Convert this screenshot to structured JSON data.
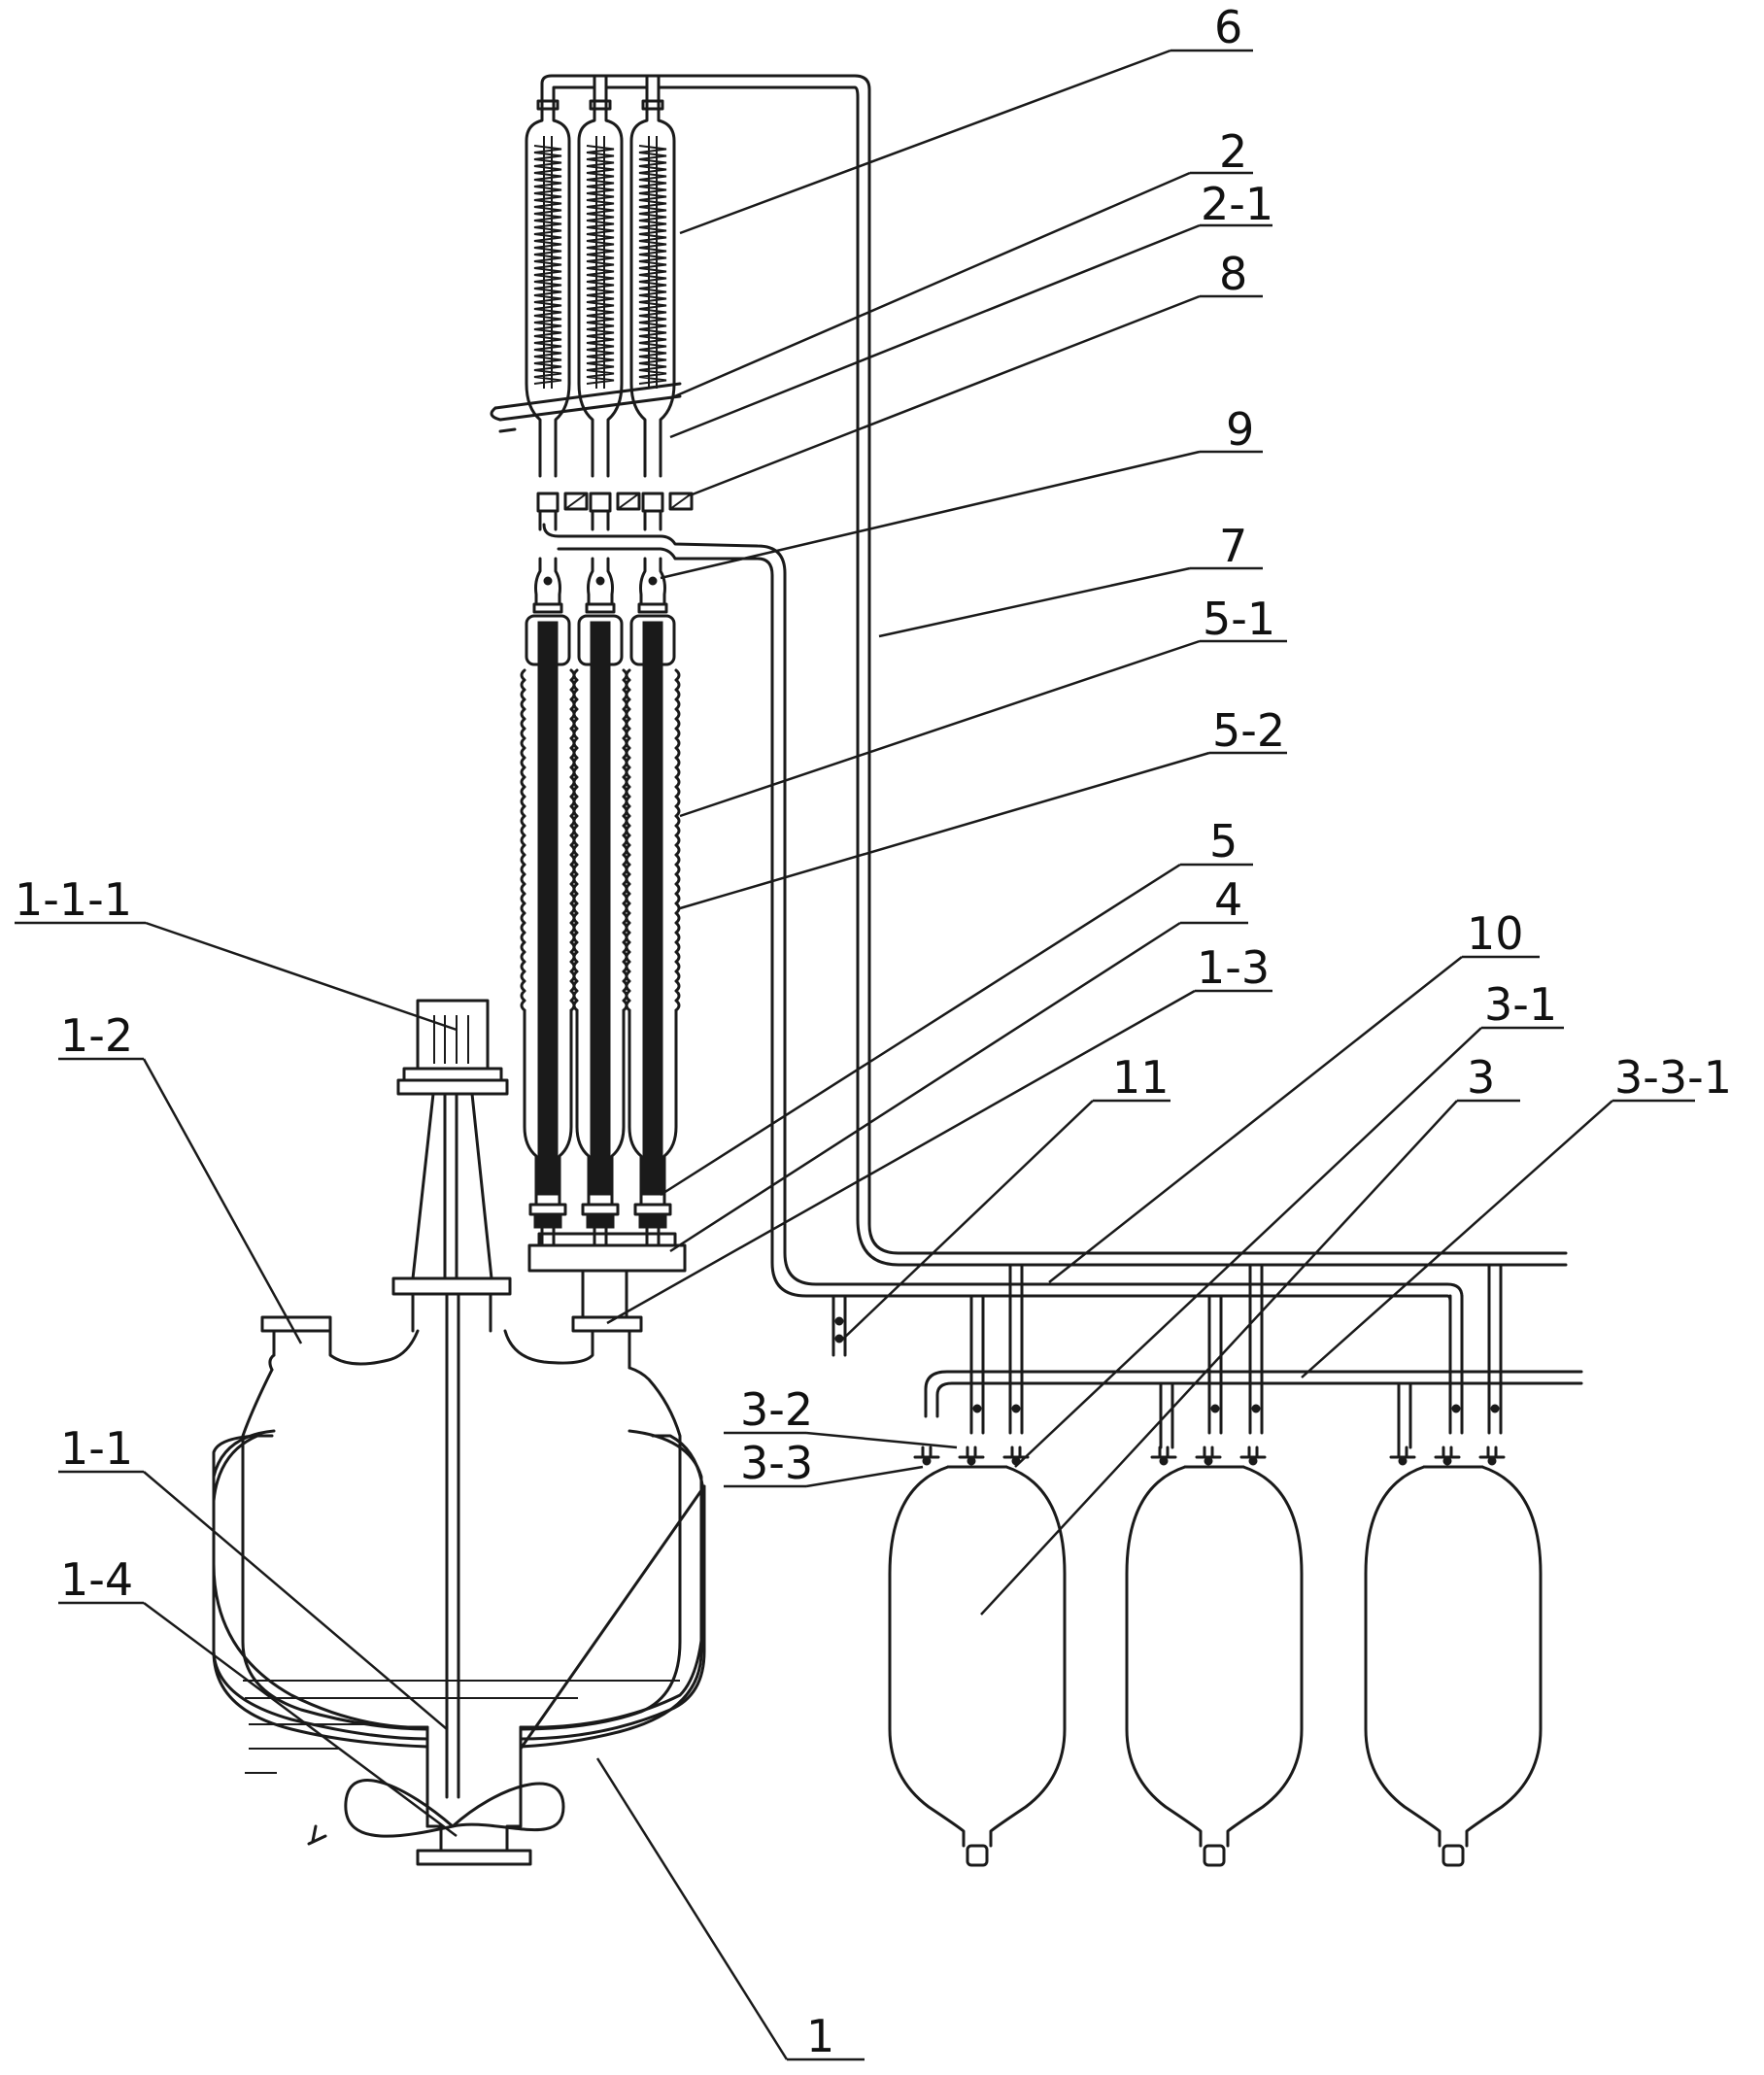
{
  "labels": {
    "l6": "6",
    "l2": "2",
    "l2_1": "2-1",
    "l8": "8",
    "l9": "9",
    "l7": "7",
    "l5_1": "5-1",
    "l5_2": "5-2",
    "l5": "5",
    "l4": "4",
    "l1_3": "1-3",
    "l10": "10",
    "l3_1": "3-1",
    "l11": "11",
    "l3": "3",
    "l3_3_1": "3-3-1",
    "l1_1_1": "1-1-1",
    "l1_2": "1-2",
    "l3_2": "3-2",
    "l3_3": "3-3",
    "l1_1": "1-1",
    "l1_4": "1-4",
    "l1": "1"
  },
  "colors": {
    "line": "#1a1a1a",
    "background": "#ffffff"
  }
}
